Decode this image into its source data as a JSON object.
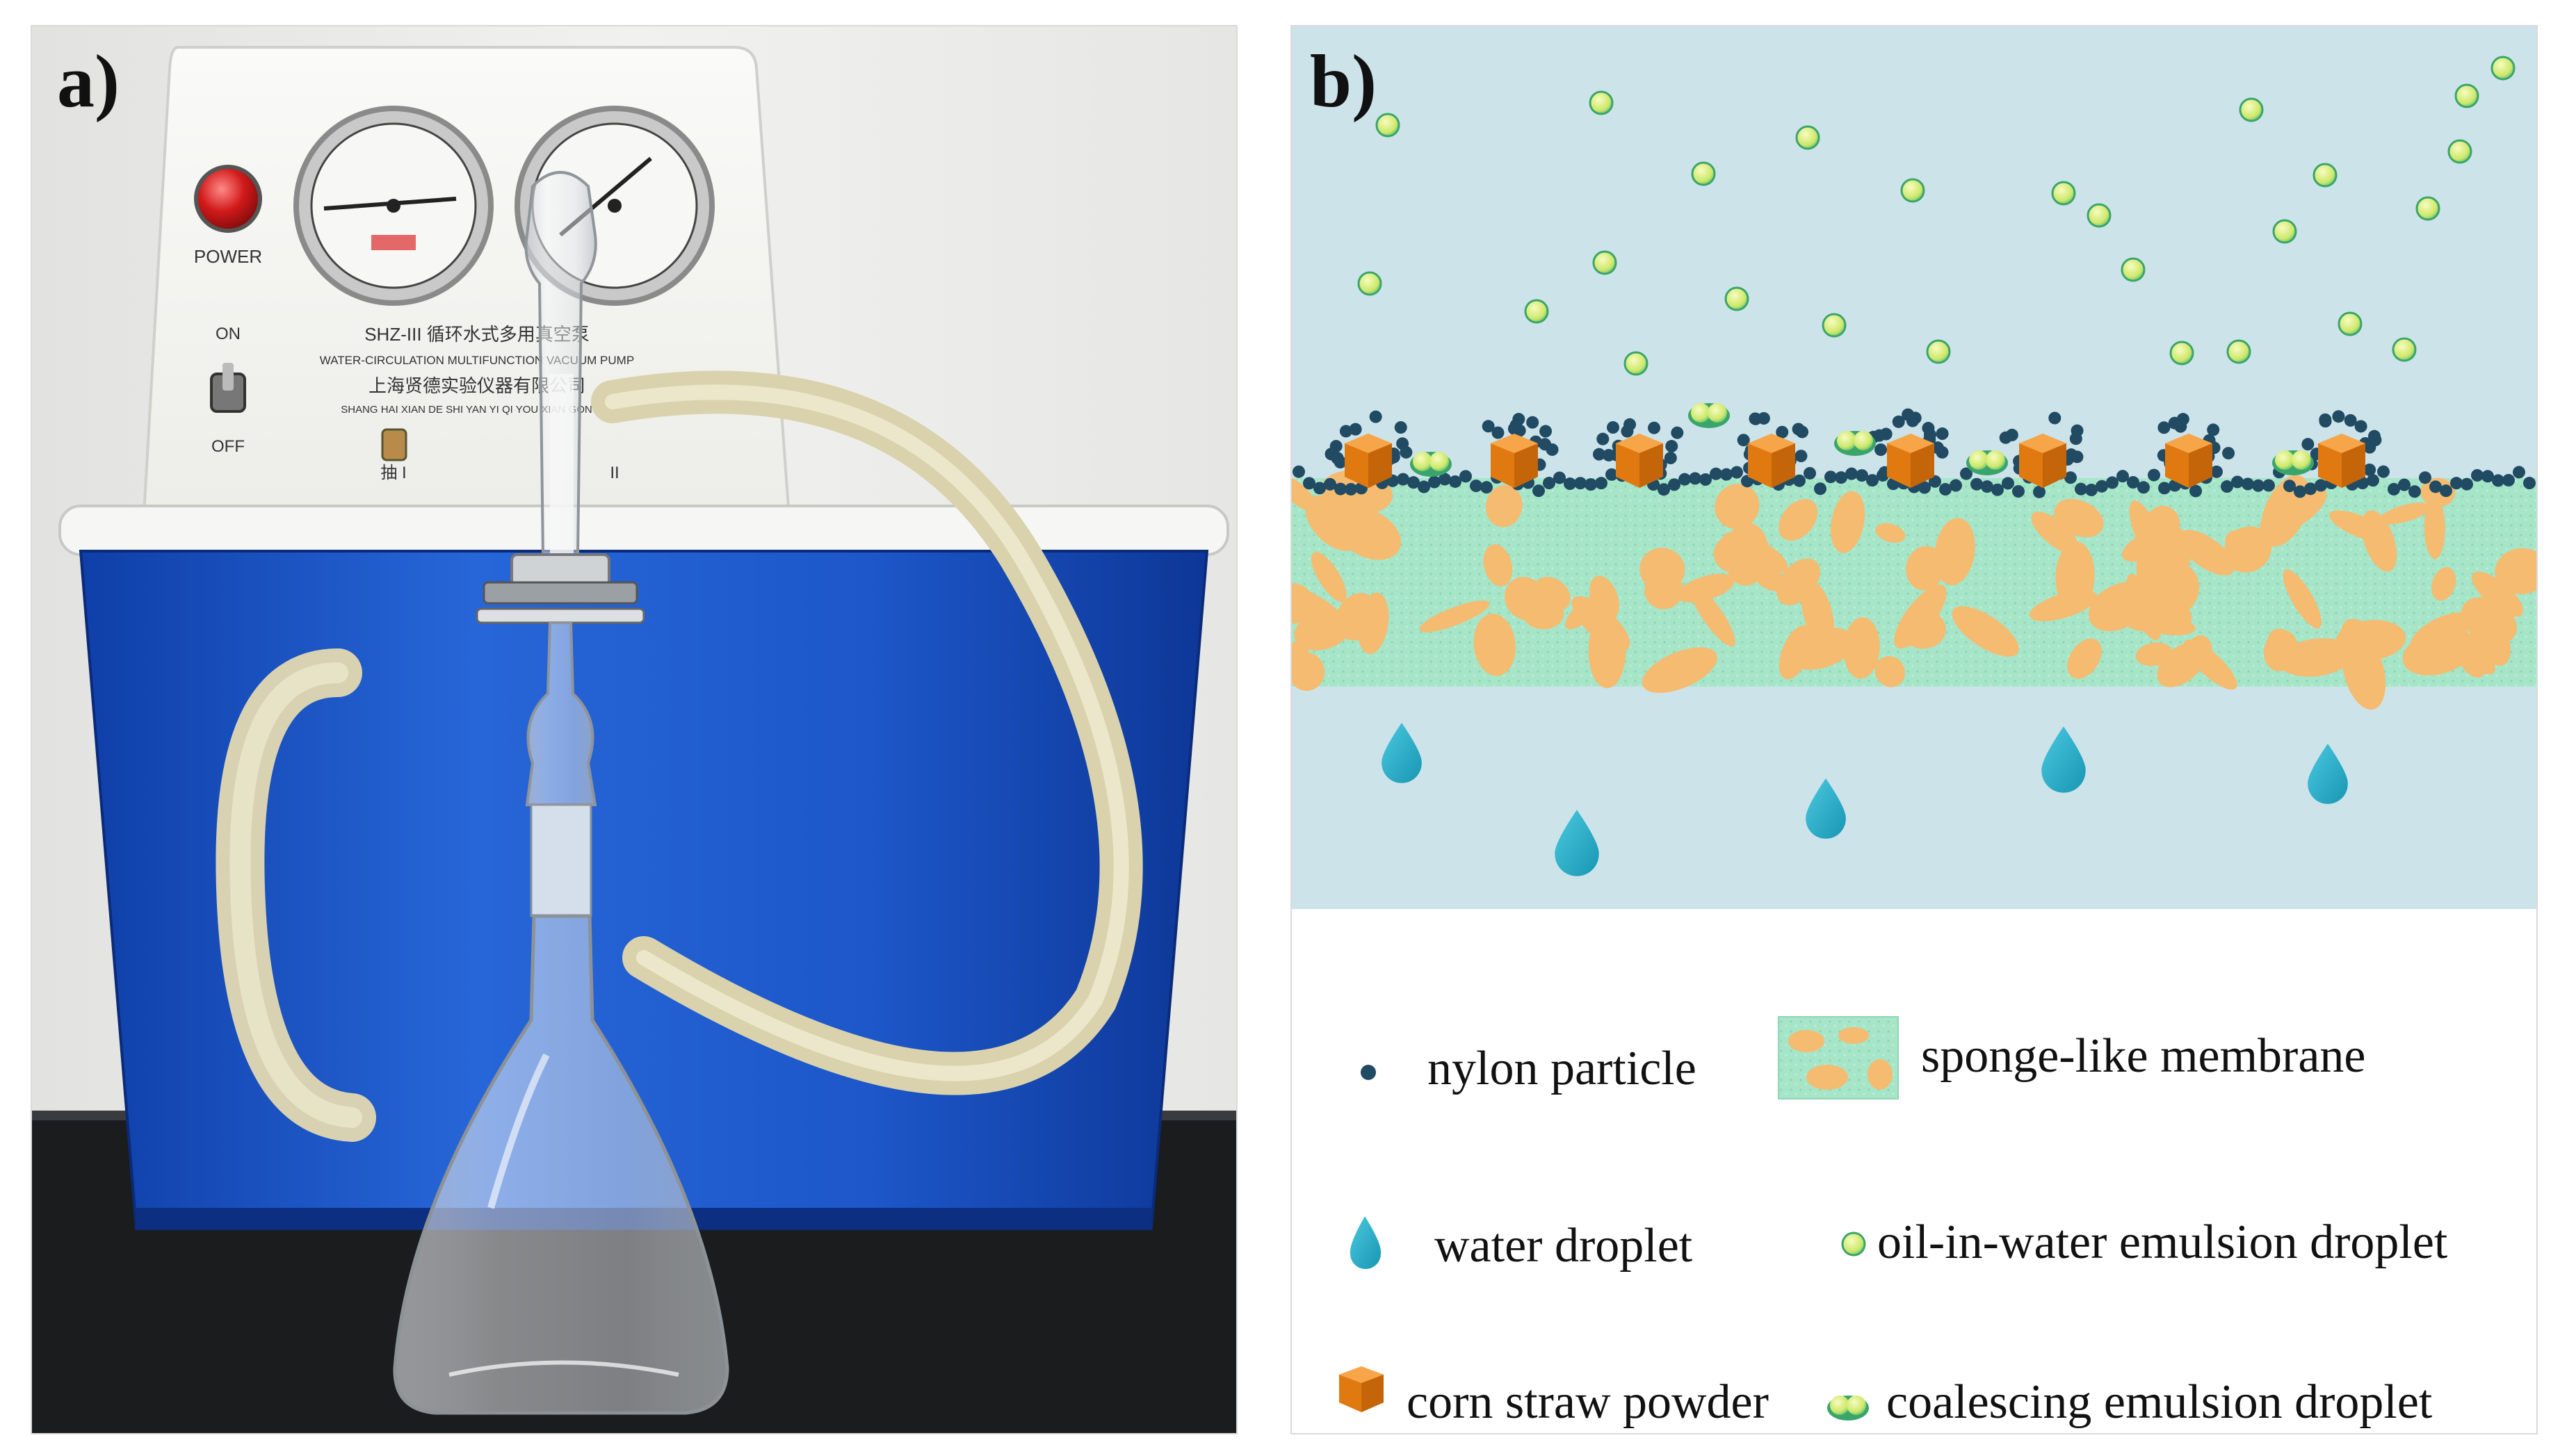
{
  "figure": {
    "panel_a": {
      "label": "a)",
      "pump": {
        "power_label": "POWER",
        "on_label": "ON",
        "off_label": "OFF",
        "model_label": "SHZ-III 循环水式多用真空泵",
        "english_label": "WATER-CIRCULATION MULTIFUNCTION VACUUM PUMP",
        "manufacturer_cn": "上海贤德实验仪器有限公司",
        "manufacturer_en": "SHANG HAI XIAN DE SHI YAN YI QI YOU XIAN GONG SI",
        "port_label_1": "抽 I",
        "port_label_2": "II"
      },
      "colors": {
        "pump_body": "#1f57c8",
        "tube": "#ece6c6",
        "lamp": "#d11a1a"
      }
    },
    "panel_b": {
      "label": "b)",
      "colors": {
        "background": "#cde3ea",
        "membrane": "#9fe3c4",
        "pore": "#f5bb71",
        "nylon": "#214a63",
        "emulsion": "#d9ef84",
        "water": "#21a9c6",
        "corn_straw": "#f0891c"
      },
      "legend": [
        {
          "icon": "nylon-particle-icon",
          "label": "nylon particle"
        },
        {
          "icon": "sponge-membrane-icon",
          "label": "sponge-like membrane"
        },
        {
          "icon": "water-droplet-icon",
          "label": "water droplet"
        },
        {
          "icon": "emulsion-droplet-icon",
          "label": "oil-in-water emulsion droplet"
        },
        {
          "icon": "corn-straw-powder-icon",
          "label": "corn straw powder"
        },
        {
          "icon": "coalescing-droplet-icon",
          "label": "coalescing emulsion droplet"
        }
      ]
    }
  }
}
